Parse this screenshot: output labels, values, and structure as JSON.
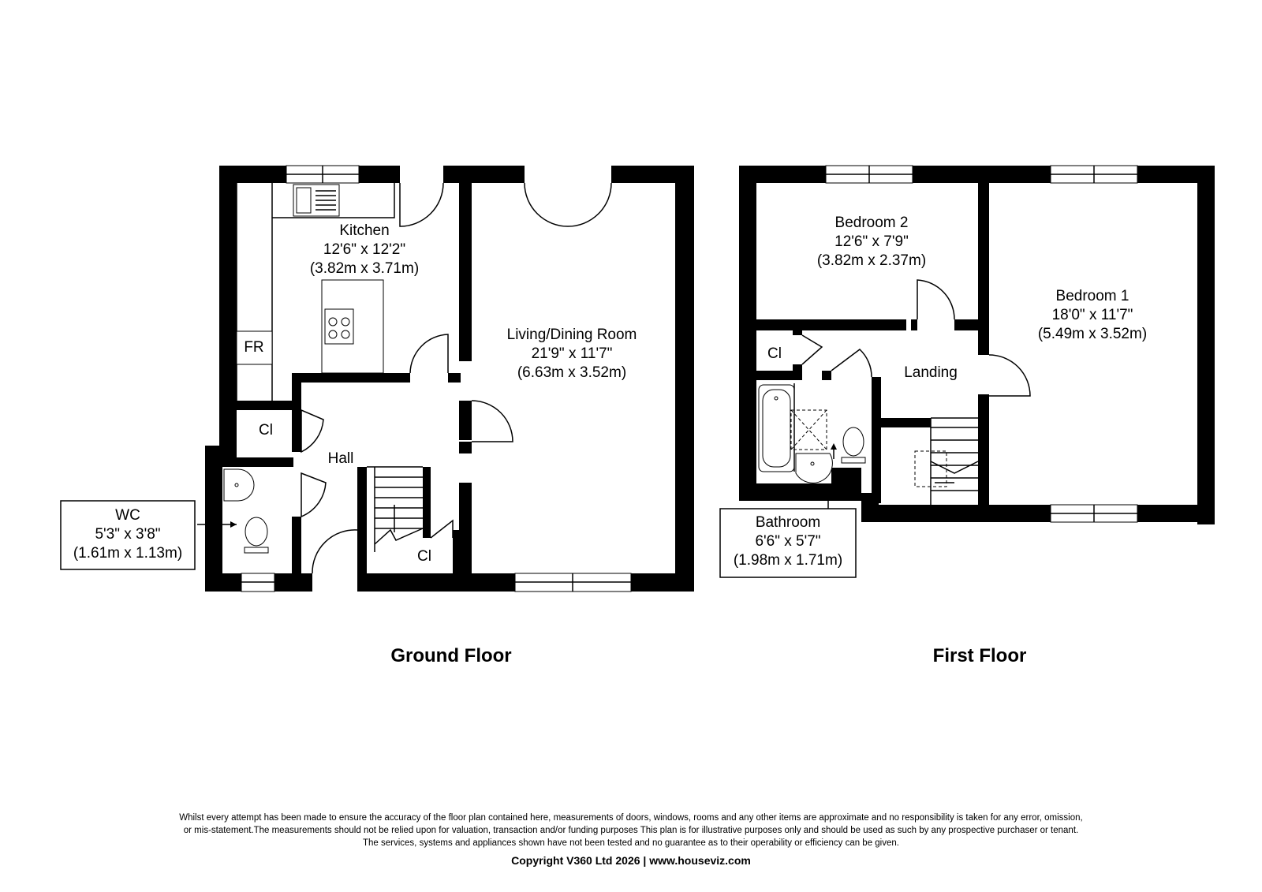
{
  "ground_floor": {
    "title": "Ground Floor",
    "kitchen": {
      "name": "Kitchen",
      "imperial": "12'6\" x 12'2\"",
      "metric": "(3.82m x 3.71m)"
    },
    "living": {
      "name": "Living/Dining Room",
      "imperial": "21'9\" x 11'7\"",
      "metric": "(6.63m x 3.52m)"
    },
    "hall": {
      "name": "Hall"
    },
    "wc": {
      "name": "WC",
      "imperial": "5'3\" x 3'8\"",
      "metric": "(1.61m x 1.13m)"
    },
    "fridge_label": "FR",
    "cupboard_label_1": "Cl",
    "cupboard_label_2": "Cl"
  },
  "first_floor": {
    "title": "First Floor",
    "bedroom2": {
      "name": "Bedroom 2",
      "imperial": "12'6\" x 7'9\"",
      "metric": "(3.82m x 2.37m)"
    },
    "bedroom1": {
      "name": "Bedroom 1",
      "imperial": "18'0\" x 11'7\"",
      "metric": "(5.49m x 3.52m)"
    },
    "landing": {
      "name": "Landing"
    },
    "bathroom": {
      "name": "Bathroom",
      "imperial": "6'6\" x 5'7\"",
      "metric": "(1.98m x 1.71m)"
    },
    "cupboard_label": "Cl"
  },
  "footer": {
    "disclaimer_1": "Whilst every attempt has been made to ensure the accuracy of the floor plan contained here, measurements of doors, windows, rooms and any other items are approximate and no responsibility is taken for any error, omission,",
    "disclaimer_2": "or mis-statement.The measurements should not be relied upon for valuation, transaction and/or funding purposes This plan is for illustrative purposes only and should be used as such by any prospective purchaser or tenant.",
    "disclaimer_3": "The services, systems and appliances shown have not been tested and no guarantee as to their operability or efficiency can be given.",
    "copyright": "Copyright V360 Ltd 2026 | www.houseviz.com"
  }
}
